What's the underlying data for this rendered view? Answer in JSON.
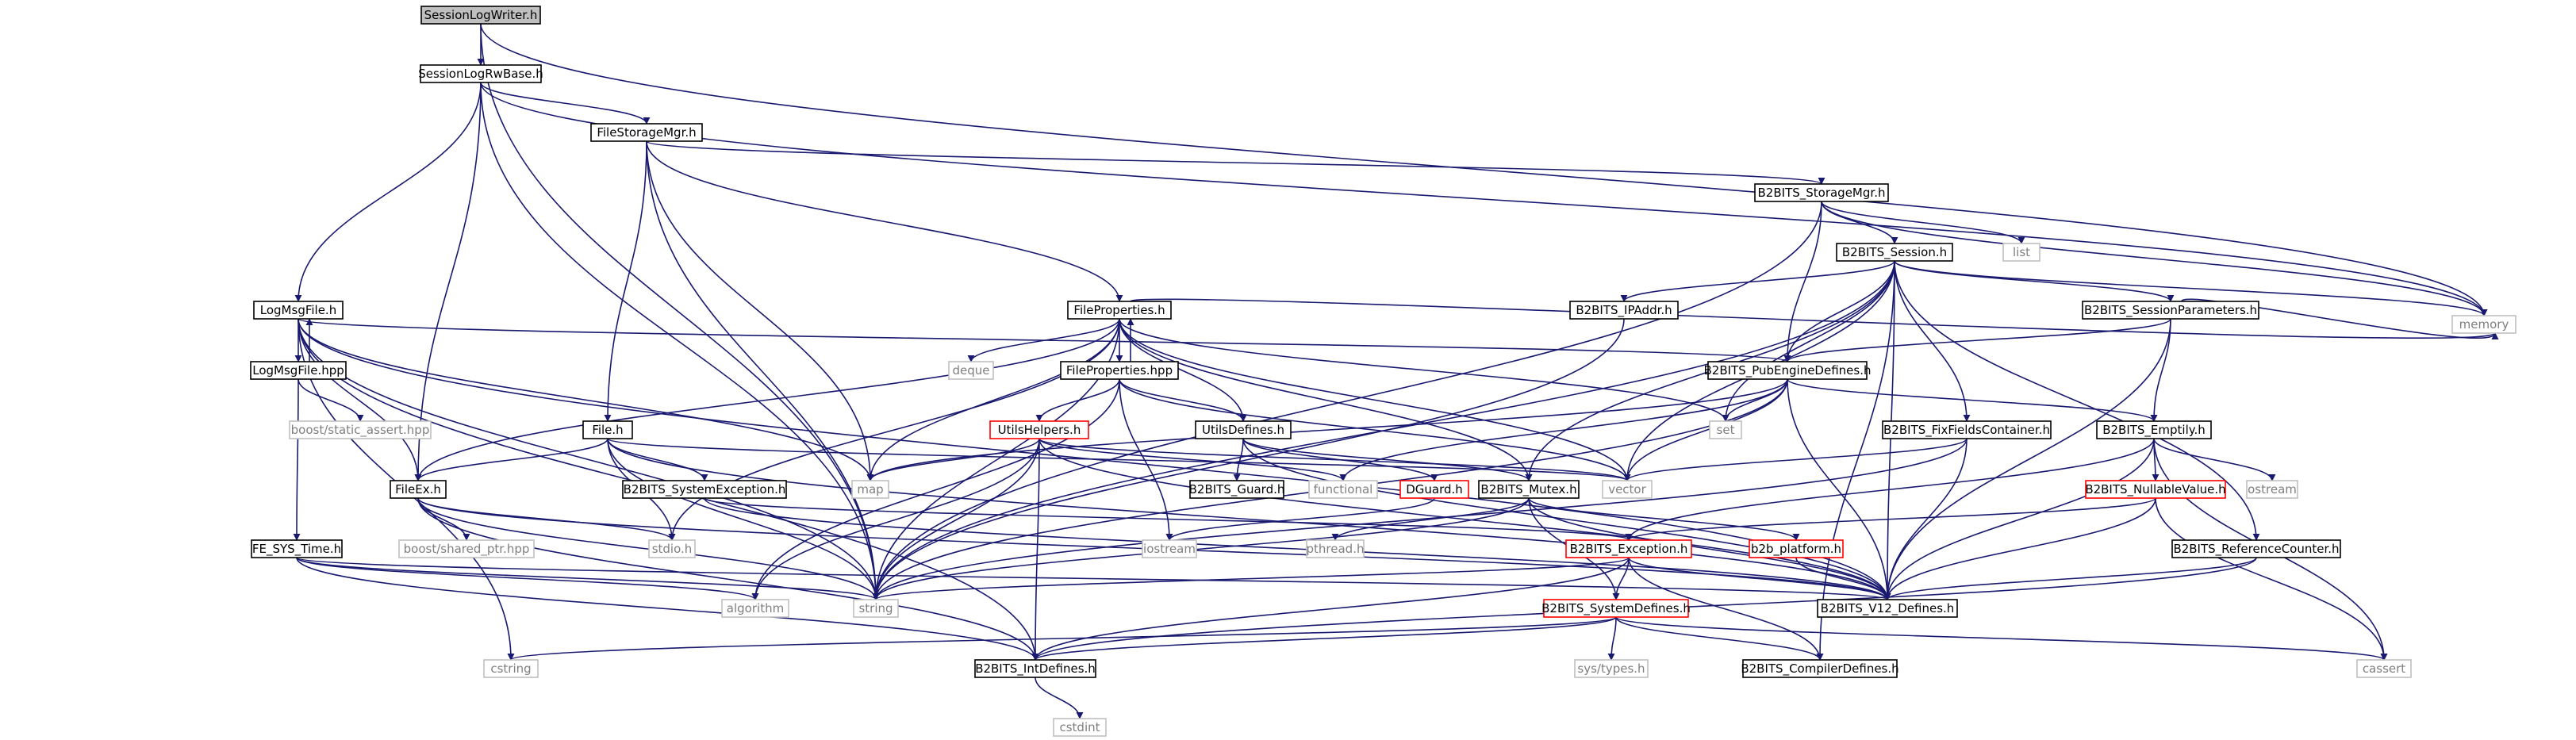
{
  "colors": {
    "edge": "#191970",
    "normal_border": "#000000",
    "normal_fill": "#ffffff",
    "root_fill": "#bfbfbf",
    "truncated_border": "#ff0000",
    "external_border": "#bfbfbf",
    "external_text": "#7f7f7f",
    "text": "#000000"
  },
  "nodes": [
    {
      "id": "SessionLogWriter",
      "label": "SessionLogWriter.h",
      "kind": "root"
    },
    {
      "id": "SessionLogRwBase",
      "label": "SessionLogRwBase.h",
      "kind": "normal"
    },
    {
      "id": "FileStorageMgr",
      "label": "FileStorageMgr.h",
      "kind": "normal"
    },
    {
      "id": "StorageMgr",
      "label": "B2BITS_StorageMgr.h",
      "kind": "normal"
    },
    {
      "id": "memory",
      "label": "memory",
      "kind": "external"
    },
    {
      "id": "Session",
      "label": "B2BITS_Session.h",
      "kind": "normal"
    },
    {
      "id": "list",
      "label": "list",
      "kind": "external"
    },
    {
      "id": "LogMsgFile",
      "label": "LogMsgFile.h",
      "kind": "normal"
    },
    {
      "id": "FileProperties",
      "label": "FileProperties.h",
      "kind": "normal"
    },
    {
      "id": "IPAddr",
      "label": "B2BITS_IPAddr.h",
      "kind": "normal"
    },
    {
      "id": "SessionParameters",
      "label": "B2BITS_SessionParameters.h",
      "kind": "normal"
    },
    {
      "id": "LogMsgFileHpp",
      "label": "LogMsgFile.hpp",
      "kind": "normal"
    },
    {
      "id": "deque",
      "label": "deque",
      "kind": "external"
    },
    {
      "id": "FilePropertiesHpp",
      "label": "FileProperties.hpp",
      "kind": "normal"
    },
    {
      "id": "PubEngineDefines",
      "label": "B2BITS_PubEngineDefines.h",
      "kind": "normal"
    },
    {
      "id": "set",
      "label": "set",
      "kind": "external"
    },
    {
      "id": "static_assert",
      "label": "boost/static_assert.hpp",
      "kind": "external"
    },
    {
      "id": "FileH",
      "label": "File.h",
      "kind": "normal"
    },
    {
      "id": "UtilsHelpers",
      "label": "UtilsHelpers.h",
      "kind": "truncated"
    },
    {
      "id": "UtilsDefines",
      "label": "UtilsDefines.h",
      "kind": "normal"
    },
    {
      "id": "FixFieldsContainer",
      "label": "B2BITS_FixFieldsContainer.h",
      "kind": "normal"
    },
    {
      "id": "Emptily",
      "label": "B2BITS_Emptily.h",
      "kind": "normal"
    },
    {
      "id": "map",
      "label": "map",
      "kind": "external"
    },
    {
      "id": "SystemException",
      "label": "B2BITS_SystemException.h",
      "kind": "normal"
    },
    {
      "id": "functional",
      "label": "functional",
      "kind": "external"
    },
    {
      "id": "DGuard",
      "label": "DGuard.h",
      "kind": "truncated"
    },
    {
      "id": "Mutex",
      "label": "B2BITS_Mutex.h",
      "kind": "normal"
    },
    {
      "id": "vector",
      "label": "vector",
      "kind": "external"
    },
    {
      "id": "FileEx",
      "label": "FileEx.h",
      "kind": "normal"
    },
    {
      "id": "Guard",
      "label": "B2BITS_Guard.h",
      "kind": "normal"
    },
    {
      "id": "NullableValue",
      "label": "B2BITS_NullableValue.h",
      "kind": "truncated"
    },
    {
      "id": "ostream",
      "label": "ostream",
      "kind": "external"
    },
    {
      "id": "shared_ptr",
      "label": "boost/shared_ptr.hpp",
      "kind": "external"
    },
    {
      "id": "stdio",
      "label": "stdio.h",
      "kind": "external"
    },
    {
      "id": "iostream",
      "label": "iostream",
      "kind": "external"
    },
    {
      "id": "pthread",
      "label": "pthread.h",
      "kind": "external"
    },
    {
      "id": "Exception",
      "label": "B2BITS_Exception.h",
      "kind": "truncated"
    },
    {
      "id": "b2b_platform",
      "label": "b2b_platform.h",
      "kind": "truncated"
    },
    {
      "id": "ReferenceCounter",
      "label": "B2BITS_ReferenceCounter.h",
      "kind": "normal"
    },
    {
      "id": "FE_SYS_Time",
      "label": "FE_SYS_Time.h",
      "kind": "normal"
    },
    {
      "id": "algorithm",
      "label": "algorithm",
      "kind": "external"
    },
    {
      "id": "string",
      "label": "string",
      "kind": "external"
    },
    {
      "id": "SystemDefines",
      "label": "B2BITS_SystemDefines.h",
      "kind": "truncated"
    },
    {
      "id": "V12_Defines",
      "label": "B2BITS_V12_Defines.h",
      "kind": "normal"
    },
    {
      "id": "cstring",
      "label": "cstring",
      "kind": "external"
    },
    {
      "id": "IntDefines",
      "label": "B2BITS_IntDefines.h",
      "kind": "normal"
    },
    {
      "id": "sys_types",
      "label": "sys/types.h",
      "kind": "external"
    },
    {
      "id": "CompilerDefines",
      "label": "B2BITS_CompilerDefines.h",
      "kind": "normal"
    },
    {
      "id": "cassert",
      "label": "cassert",
      "kind": "external"
    },
    {
      "id": "cstdint",
      "label": "cstdint",
      "kind": "external"
    }
  ],
  "edges": [
    [
      "SessionLogWriter",
      "SessionLogRwBase"
    ],
    [
      "SessionLogWriter",
      "memory"
    ],
    [
      "SessionLogWriter",
      "string"
    ],
    [
      "SessionLogRwBase",
      "FileStorageMgr"
    ],
    [
      "SessionLogRwBase",
      "LogMsgFile"
    ],
    [
      "SessionLogRwBase",
      "FileEx"
    ],
    [
      "SessionLogRwBase",
      "memory"
    ],
    [
      "SessionLogRwBase",
      "string"
    ],
    [
      "FileStorageMgr",
      "StorageMgr"
    ],
    [
      "FileStorageMgr",
      "FileProperties"
    ],
    [
      "FileStorageMgr",
      "FileH"
    ],
    [
      "FileStorageMgr",
      "map"
    ],
    [
      "FileStorageMgr",
      "string"
    ],
    [
      "StorageMgr",
      "Session"
    ],
    [
      "StorageMgr",
      "list"
    ],
    [
      "StorageMgr",
      "memory"
    ],
    [
      "StorageMgr",
      "PubEngineDefines"
    ],
    [
      "StorageMgr",
      "string"
    ],
    [
      "Session",
      "IPAddr"
    ],
    [
      "Session",
      "SessionParameters"
    ],
    [
      "Session",
      "PubEngineDefines"
    ],
    [
      "Session",
      "FixFieldsContainer"
    ],
    [
      "Session",
      "ReferenceCounter"
    ],
    [
      "Session",
      "memory"
    ],
    [
      "Session",
      "set"
    ],
    [
      "Session",
      "vector"
    ],
    [
      "Session",
      "Mutex"
    ],
    [
      "Session",
      "V12_Defines"
    ],
    [
      "Session",
      "CompilerDefines"
    ],
    [
      "Session",
      "string"
    ],
    [
      "IPAddr",
      "string"
    ],
    [
      "SessionParameters",
      "PubEngineDefines"
    ],
    [
      "SessionParameters",
      "Emptily"
    ],
    [
      "SessionParameters",
      "memory"
    ],
    [
      "SessionParameters",
      "V12_Defines"
    ],
    [
      "LogMsgFile",
      "LogMsgFileHpp"
    ],
    [
      "LogMsgFile",
      "PubEngineDefines"
    ],
    [
      "LogMsgFile",
      "FileEx"
    ],
    [
      "LogMsgFile",
      "map"
    ],
    [
      "LogMsgFile",
      "string"
    ],
    [
      "LogMsgFile",
      "cstring"
    ],
    [
      "LogMsgFile",
      "IntDefines"
    ],
    [
      "LogMsgFile",
      "V12_Defines"
    ],
    [
      "LogMsgFileHpp",
      "LogMsgFile"
    ],
    [
      "LogMsgFileHpp",
      "static_assert"
    ],
    [
      "LogMsgFileHpp",
      "FE_SYS_Time"
    ],
    [
      "FileProperties",
      "FilePropertiesHpp"
    ],
    [
      "FileProperties",
      "deque"
    ],
    [
      "FileProperties",
      "set"
    ],
    [
      "FileProperties",
      "map"
    ],
    [
      "FileProperties",
      "vector"
    ],
    [
      "FileProperties",
      "string"
    ],
    [
      "FileProperties",
      "memory"
    ],
    [
      "FileProperties",
      "FileEx"
    ],
    [
      "FileProperties",
      "UtilsDefines"
    ],
    [
      "FileProperties",
      "Mutex"
    ],
    [
      "FileProperties",
      "stdio"
    ],
    [
      "FilePropertiesHpp",
      "FileProperties"
    ],
    [
      "FilePropertiesHpp",
      "UtilsHelpers"
    ],
    [
      "FilePropertiesHpp",
      "UtilsDefines"
    ],
    [
      "FilePropertiesHpp",
      "iostream"
    ],
    [
      "FilePropertiesHpp",
      "algorithm"
    ],
    [
      "FilePropertiesHpp",
      "vector"
    ],
    [
      "PubEngineDefines",
      "Emptily"
    ],
    [
      "PubEngineDefines",
      "set"
    ],
    [
      "PubEngineDefines",
      "map"
    ],
    [
      "PubEngineDefines",
      "vector"
    ],
    [
      "PubEngineDefines",
      "functional"
    ],
    [
      "PubEngineDefines",
      "string"
    ],
    [
      "PubEngineDefines",
      "V12_Defines"
    ],
    [
      "FileH",
      "FileEx"
    ],
    [
      "FileH",
      "SystemException"
    ],
    [
      "FileH",
      "stdio"
    ],
    [
      "FileH",
      "string"
    ],
    [
      "FileH",
      "vector"
    ],
    [
      "FileH",
      "V12_Defines"
    ],
    [
      "UtilsHelpers",
      "map"
    ],
    [
      "UtilsHelpers",
      "functional"
    ],
    [
      "UtilsHelpers",
      "algorithm"
    ],
    [
      "UtilsHelpers",
      "string"
    ],
    [
      "UtilsHelpers",
      "IntDefines"
    ],
    [
      "UtilsHelpers",
      "V12_Defines"
    ],
    [
      "UtilsHelpers",
      "vector"
    ],
    [
      "UtilsDefines",
      "Guard"
    ],
    [
      "UtilsDefines",
      "Mutex"
    ],
    [
      "UtilsDefines",
      "DGuard"
    ],
    [
      "UtilsDefines",
      "V12_Defines"
    ],
    [
      "FixFieldsContainer",
      "vector"
    ],
    [
      "FixFieldsContainer",
      "string"
    ],
    [
      "FixFieldsContainer",
      "V12_Defines"
    ],
    [
      "Emptily",
      "NullableValue"
    ],
    [
      "Emptily",
      "ostream"
    ],
    [
      "Emptily",
      "Exception"
    ],
    [
      "Emptily",
      "V12_Defines"
    ],
    [
      "Emptily",
      "cassert"
    ],
    [
      "SystemException",
      "Exception"
    ],
    [
      "SystemException",
      "V12_Defines"
    ],
    [
      "DGuard",
      "iostream"
    ],
    [
      "Mutex",
      "pthread"
    ],
    [
      "Mutex",
      "b2b_platform"
    ],
    [
      "Mutex",
      "SystemDefines"
    ],
    [
      "Mutex",
      "V12_Defines"
    ],
    [
      "Mutex",
      "string"
    ],
    [
      "FileEx",
      "shared_ptr"
    ],
    [
      "FileEx",
      "stdio"
    ],
    [
      "FileEx",
      "string"
    ],
    [
      "FileEx",
      "IntDefines"
    ],
    [
      "FileEx",
      "V12_Defines"
    ],
    [
      "NullableValue",
      "Exception"
    ],
    [
      "NullableValue",
      "V12_Defines"
    ],
    [
      "NullableValue",
      "cassert"
    ],
    [
      "Exception",
      "SystemDefines"
    ],
    [
      "Exception",
      "string"
    ],
    [
      "Exception",
      "V12_Defines"
    ],
    [
      "Exception",
      "IntDefines"
    ],
    [
      "Exception",
      "CompilerDefines"
    ],
    [
      "b2b_platform",
      "V12_Defines"
    ],
    [
      "ReferenceCounter",
      "V12_Defines"
    ],
    [
      "ReferenceCounter",
      "IntDefines"
    ],
    [
      "FE_SYS_Time",
      "algorithm"
    ],
    [
      "FE_SYS_Time",
      "string"
    ],
    [
      "FE_SYS_Time",
      "IntDefines"
    ],
    [
      "FE_SYS_Time",
      "V12_Defines"
    ],
    [
      "SystemDefines",
      "sys_types"
    ],
    [
      "SystemDefines",
      "CompilerDefines"
    ],
    [
      "SystemDefines",
      "cstring"
    ],
    [
      "SystemDefines",
      "cassert"
    ],
    [
      "SystemDefines",
      "IntDefines"
    ],
    [
      "IntDefines",
      "cstdint"
    ]
  ]
}
